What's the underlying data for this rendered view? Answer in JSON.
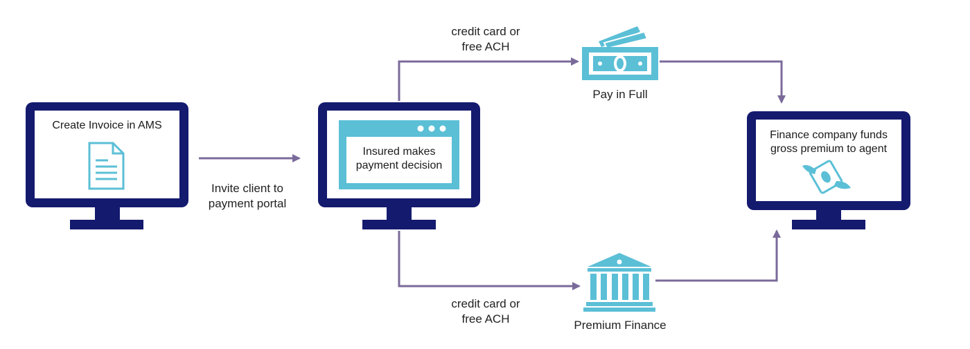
{
  "monitor_left": {
    "text": "Create Invoice in AMS"
  },
  "monitor_center": {
    "text_line1": "Insured makes",
    "text_line2": "payment decision"
  },
  "monitor_right": {
    "text_line1": "Finance company funds",
    "text_line2": "gross premium to agent"
  },
  "edge_invite": {
    "line1": "Invite client to",
    "line2": "payment portal"
  },
  "edge_top": {
    "line1": "credit card or",
    "line2": "free ACH"
  },
  "edge_bottom": {
    "line1": "credit card or",
    "line2": "free ACH"
  },
  "node_pay_full": {
    "label": "Pay in Full"
  },
  "node_premium": {
    "label": "Premium Finance"
  },
  "icons": {
    "document": "document-icon",
    "browser": "browser-window-icon",
    "money": "cash-icon",
    "bank": "bank-icon",
    "flying_money": "flying-money-icon",
    "monitor": "monitor-icon"
  },
  "colors": {
    "navy": "#141a6e",
    "accent": "#5bbfd6",
    "arrow": "#7a6a9a"
  }
}
